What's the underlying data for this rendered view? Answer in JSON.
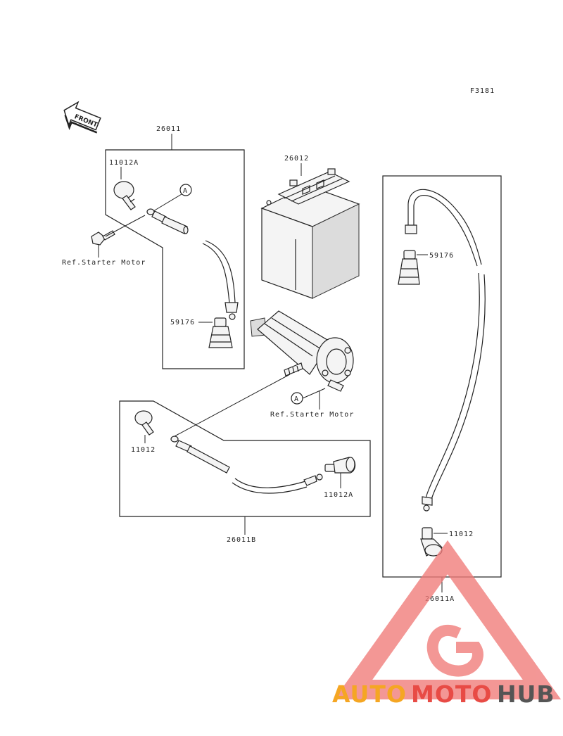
{
  "figure_code": "F3181",
  "front_label": "FRONT",
  "parts": {
    "main_cable_assy": "26011",
    "battery": "26012",
    "cable_a": "26011A",
    "cable_b": "26011B",
    "cap_a": "11012A",
    "cap_top": "11012A",
    "cap_b": "11012",
    "cap_c": "11012",
    "boot_left": "59176",
    "boot_right": "59176"
  },
  "refs": {
    "starter_left": "Ref.Starter Motor",
    "starter_center": "Ref.Starter Motor",
    "callout_a_top": "A",
    "callout_a_bottom": "A"
  },
  "watermark": {
    "part1": "AUTO",
    "part2": "MOTO",
    "part3": "HUB",
    "colors": {
      "auto": "#f5a623",
      "moto": "#e84b45",
      "hub": "#555555",
      "triangle": "#f07a78"
    }
  }
}
